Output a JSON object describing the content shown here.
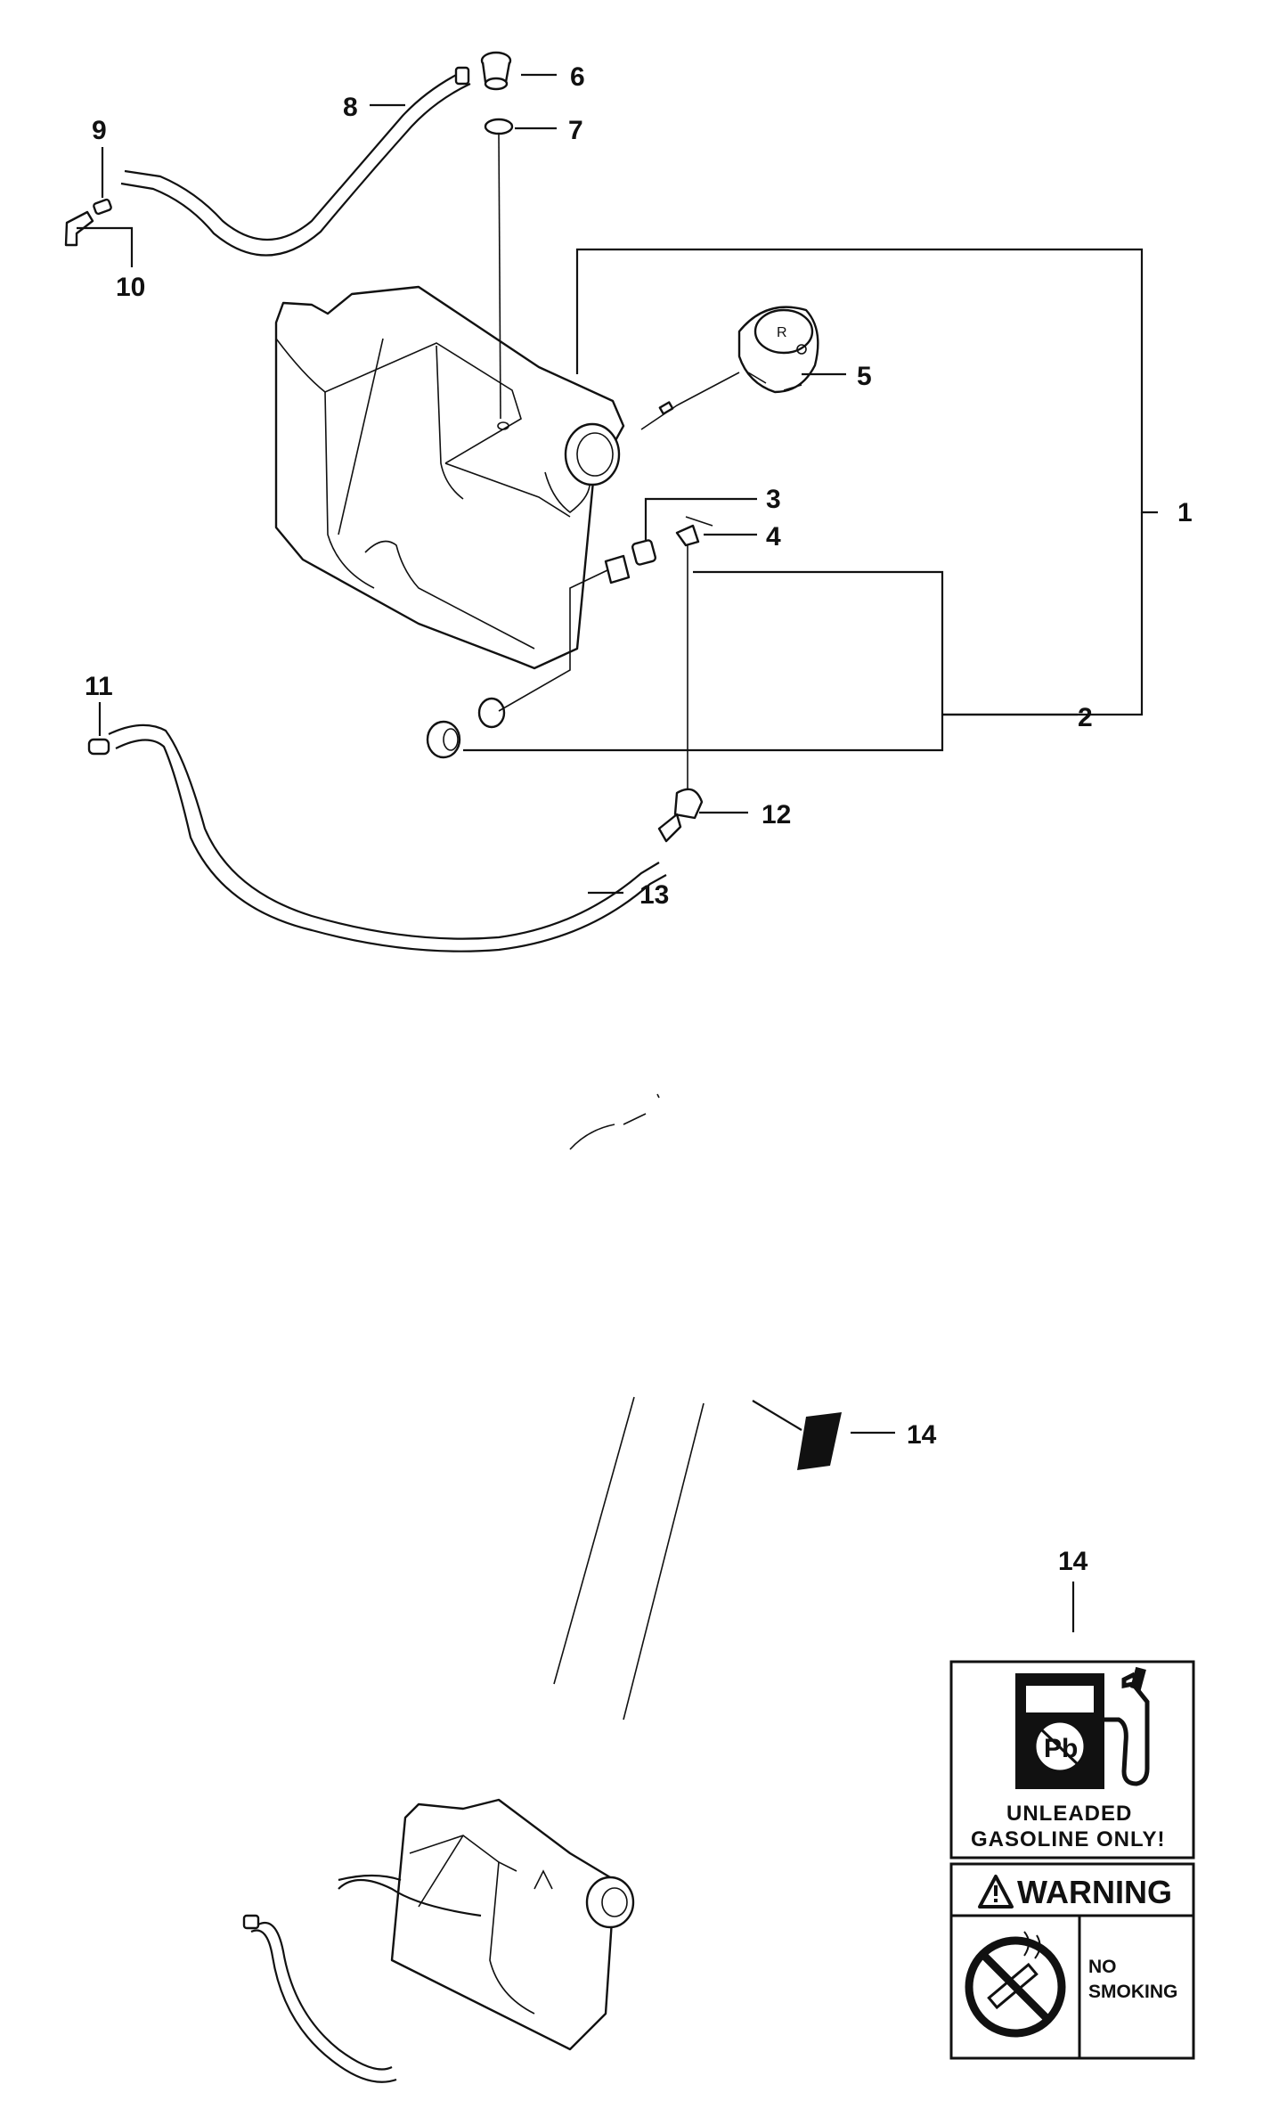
{
  "callouts": {
    "c1": "1",
    "c2": "2",
    "c3": "3",
    "c4": "4",
    "c5": "5",
    "c6": "6",
    "c7": "7",
    "c8": "8",
    "c9": "9",
    "c10": "10",
    "c11": "11",
    "c12": "12",
    "c13": "13",
    "c14a": "14",
    "c14b": "14"
  },
  "decal": {
    "line1": "UNLEADED",
    "line2": "GASOLINE ONLY!",
    "warning": "WARNING",
    "no_smoking_1": "NO",
    "no_smoking_2": "SMOKING",
    "pump_logo_letters": "Pb"
  }
}
